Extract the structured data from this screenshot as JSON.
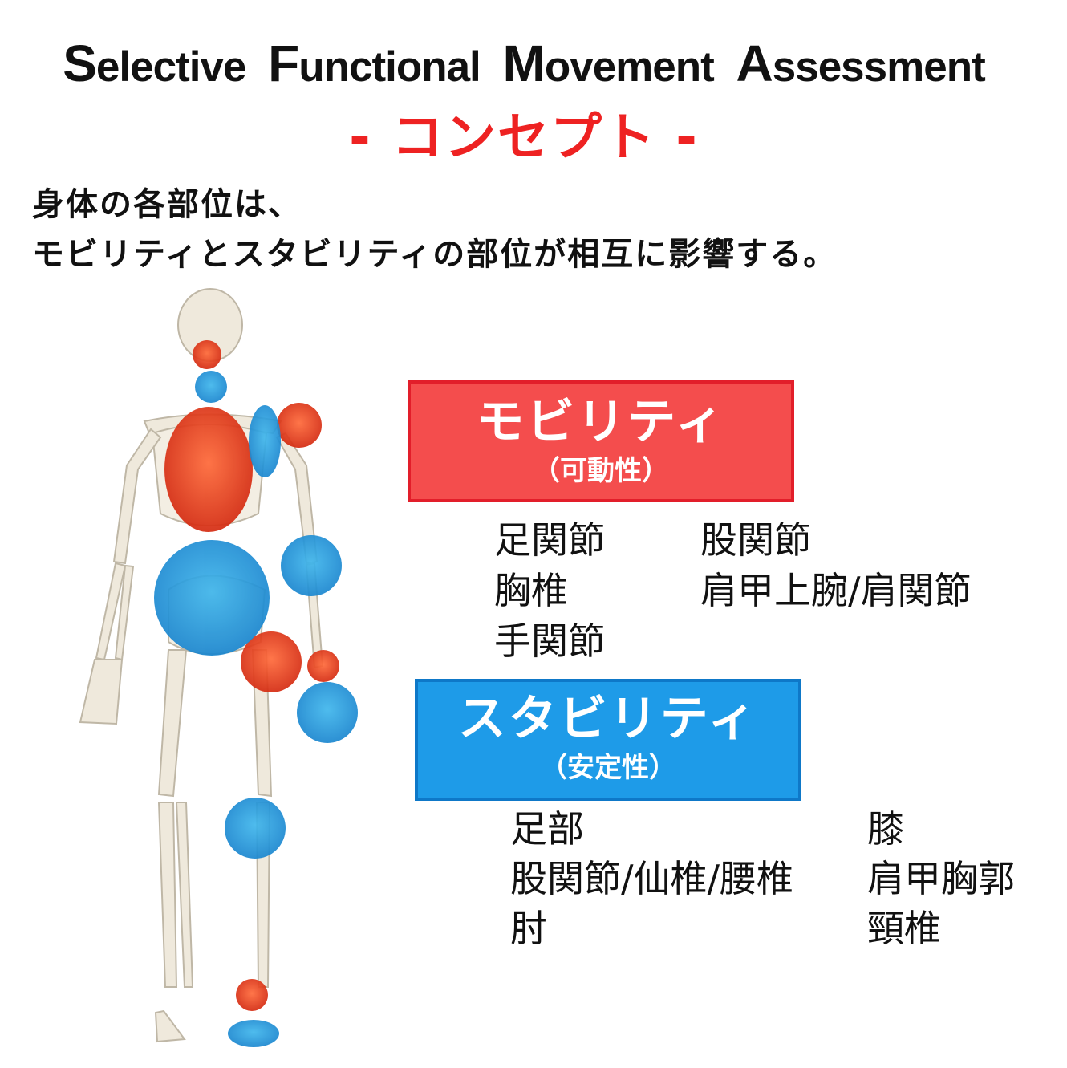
{
  "title": {
    "words": [
      {
        "cap": "S",
        "rest": "elective"
      },
      {
        "cap": "F",
        "rest": "unctional"
      },
      {
        "cap": "M",
        "rest": "ovement"
      },
      {
        "cap": "A",
        "rest": "ssessment"
      }
    ]
  },
  "subtitle": "- コンセプト -",
  "lead": {
    "line1": "身体の各部位は、",
    "line2": "モビリティとスタビリティの部位が相互に影響する。"
  },
  "mobility": {
    "label": "モビリティ",
    "sub": "（可動性）",
    "color": "#f44d4d",
    "col1": [
      "足関節",
      "胸椎",
      "手関節"
    ],
    "col2": [
      "股関節",
      "肩甲上腕/肩関節"
    ]
  },
  "stability": {
    "label": "スタビリティ",
    "sub": "（安定性）",
    "color": "#1e9be8",
    "col1": [
      "足部",
      "股関節/仙椎/腰椎",
      "肘"
    ],
    "col2": [
      "膝",
      "肩甲胸郭",
      "頸椎"
    ]
  }
}
